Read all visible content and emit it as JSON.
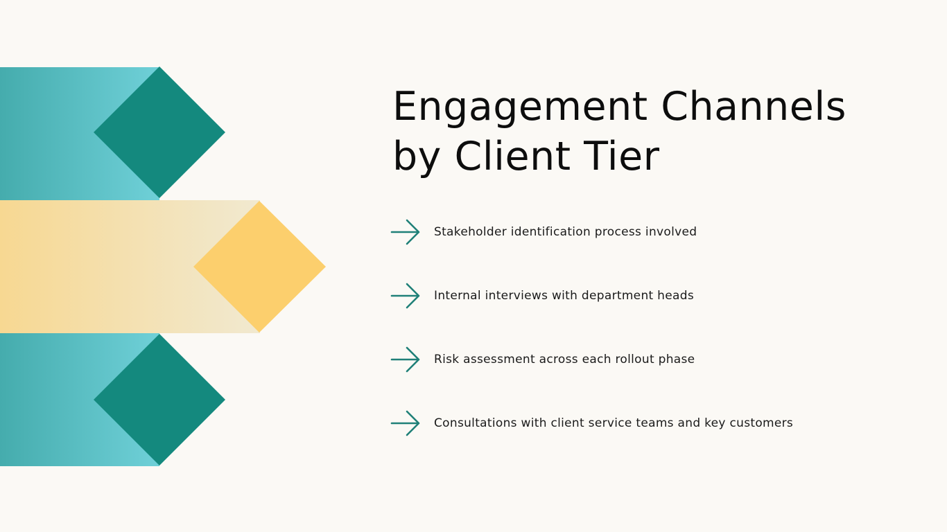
{
  "slide": {
    "title_line1": "Engagement Channels",
    "title_line2": "by Client Tier",
    "bullets": [
      {
        "text": "Stakeholder identification process involved",
        "icon": "arrow-right-icon"
      },
      {
        "text": "Internal interviews with department heads",
        "icon": "arrow-right-icon"
      },
      {
        "text": "Risk assessment across each rollout phase",
        "icon": "arrow-right-icon"
      },
      {
        "text": "Consultations with client service teams and key customers",
        "icon": "arrow-right-icon"
      }
    ]
  },
  "colors": {
    "background": "#FBF9F5",
    "teal_dark": "#14897E",
    "teal_gradient_start": "#45ACAD",
    "teal_gradient_end": "#6FD0D8",
    "yellow": "#FCCF6D",
    "yellow_gradient_start": "#F7D892",
    "yellow_gradient_end": "#F1E9D0",
    "arrow": "#1F8078"
  }
}
